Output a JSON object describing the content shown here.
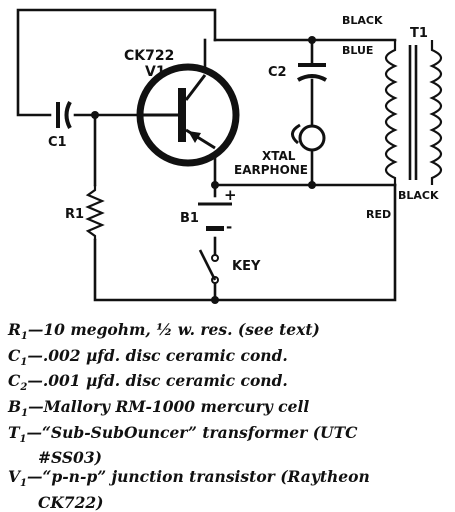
{
  "schematic": {
    "transistor_type": "CK722",
    "transistor_ref": "V1",
    "c2_label": "C2",
    "c1_label": "C1",
    "r1_label": "R1",
    "b1_label": "B1",
    "plus_label": "+",
    "minus_label": "-",
    "key_label": "KEY",
    "earphone_line1": "XTAL",
    "earphone_line2": "EARPHONE",
    "t1_label": "T1",
    "wire_black_top": "BLACK",
    "wire_blue": "BLUE",
    "wire_black_bottom": "BLACK",
    "wire_red": "RED"
  },
  "parts_list": [
    {
      "sym": "R",
      "sub": "1",
      "text": "—10 megohm, ½ w. res. (see text)"
    },
    {
      "sym": "C",
      "sub": "1",
      "text": "—.002 µfd. disc ceramic cond."
    },
    {
      "sym": "C",
      "sub": "2",
      "text": "—.001 µfd. disc ceramic cond."
    },
    {
      "sym": "B",
      "sub": "1",
      "text": "—Mallory RM-1000 mercury cell"
    },
    {
      "sym": "T",
      "sub": "1",
      "text": "—“Sub-SubOuncer” transformer (UTC",
      "cont": "#SS03)"
    },
    {
      "sym": "V",
      "sub": "1",
      "text": "—“p-n-p” junction transistor (Raytheon",
      "cont": "CK722)"
    }
  ]
}
